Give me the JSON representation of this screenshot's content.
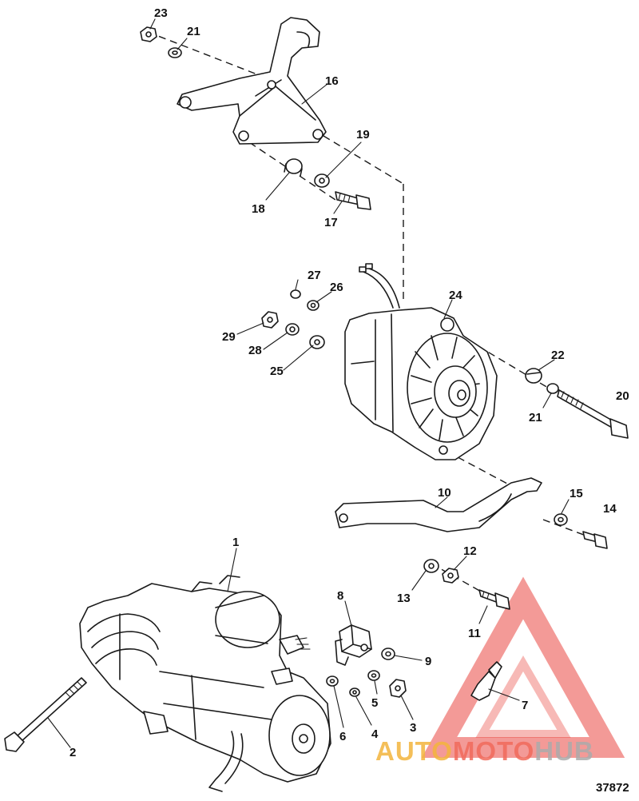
{
  "figure_number": "37872",
  "watermark": {
    "prefix": "AUTO",
    "middle": "MOTO",
    "suffix": "HUB",
    "color_prefix": "#f2b43c",
    "color_middle": "#f06a5a",
    "color_suffix": "#aaaaaa",
    "triangle_color": "#e8362f"
  },
  "callouts": {
    "c1": "1",
    "c2": "2",
    "c3": "3",
    "c4": "4",
    "c5": "5",
    "c6": "6",
    "c7": "7",
    "c8": "8",
    "c9": "9",
    "c10": "10",
    "c11": "11",
    "c12": "12",
    "c13": "13",
    "c14": "14",
    "c15": "15",
    "c16": "16",
    "c17": "17",
    "c18": "18",
    "c19": "19",
    "c20": "20",
    "c21a": "21",
    "c21b": "21",
    "c22": "22",
    "c23": "23",
    "c24": "24",
    "c25": "25",
    "c26": "26",
    "c27": "27",
    "c28": "28",
    "c29": "29"
  }
}
